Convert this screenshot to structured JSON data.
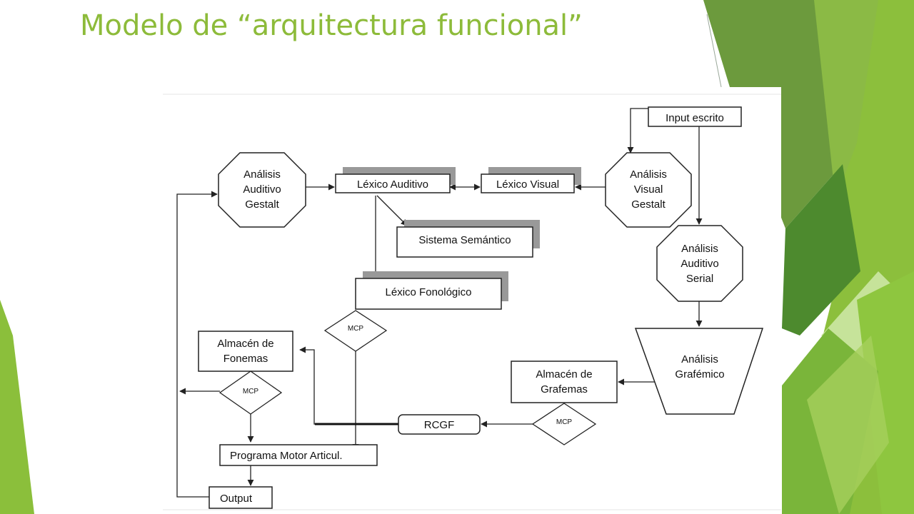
{
  "slide": {
    "title": "Modelo de “arquitectura funcional”",
    "accent_color": "#8dbb3a"
  },
  "diagram": {
    "nodes": {
      "analisis_auditivo_gestalt": [
        "Análisis",
        "Auditivo",
        "Gestalt"
      ],
      "lexico_auditivo": "Léxico Auditivo",
      "lexico_visual": "Léxico Visual",
      "analisis_visual_gestalt": [
        "Análisis",
        "Visual",
        "Gestalt"
      ],
      "input_escrito": "Input escrito",
      "sistema_semantico": "Sistema Semántico",
      "analisis_auditivo_serial": [
        "Análisis",
        "Auditivo",
        "Serial"
      ],
      "lexico_fonologico": "Léxico Fonológico",
      "mcp": "MCP",
      "almacen_fonemas": [
        "Almacén de",
        "Fonemas"
      ],
      "analisis_grafemico": [
        "Análisis",
        "Grafémico"
      ],
      "almacen_grafemas": [
        "Almacén de",
        "Grafemas"
      ],
      "rcgf": "RCGF",
      "programa_motor": "Programa Motor Articul.",
      "output": "Output"
    }
  }
}
